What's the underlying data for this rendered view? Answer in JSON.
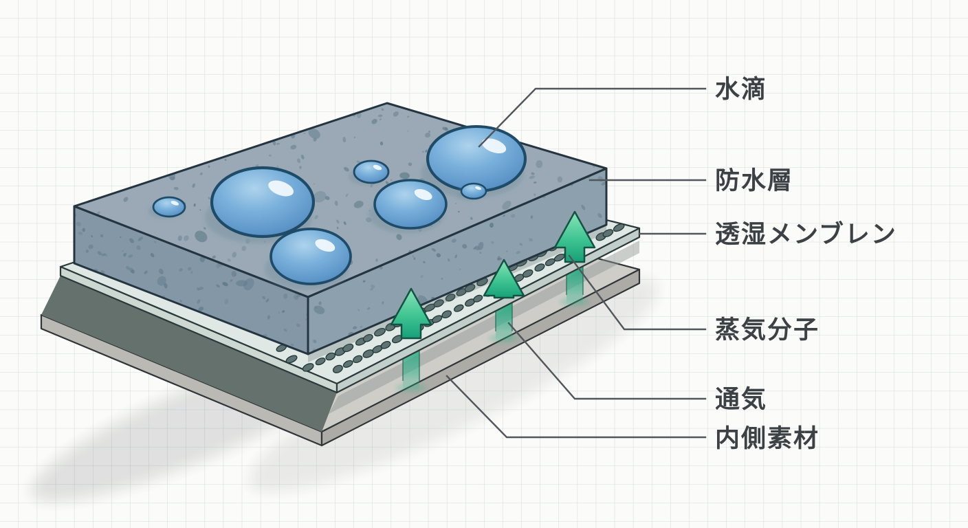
{
  "diagram": {
    "type": "layered-waterproof-breathable-fabric-cross-section",
    "labels": [
      {
        "id": "water-droplet",
        "text": "水滴"
      },
      {
        "id": "waterproof-layer",
        "text": "防水層"
      },
      {
        "id": "breathable-membrane",
        "text": "透湿メンブレン"
      },
      {
        "id": "vapor-molecule",
        "text": "蒸気分子"
      },
      {
        "id": "ventilation",
        "text": "通気"
      },
      {
        "id": "inner-material",
        "text": "内側素材"
      }
    ],
    "colors": {
      "paper": "#fbfbf9",
      "grid_line": "#d6dbdf",
      "label_text": "#3c4146",
      "leader_line": "#50565b",
      "outline": "#243540",
      "waterproof_top": "#9aa9b5",
      "waterproof_left": "#8397a7",
      "waterproof_right": "#8da0ae",
      "speckle": "#5e7889",
      "droplet_fill": "#74abd8",
      "droplet_outline": "#1d4b68",
      "droplet_highlight": "#f0f8fc",
      "membrane_top": "#dfe8e4",
      "membrane_side": "#c2cec9",
      "membrane_hole": "#5f7374",
      "inner_slab_top": "#cecdc8",
      "inner_slab_side": "#acaba6",
      "arrow_green": "#3fc492",
      "arrow_outline": "#145243"
    }
  }
}
